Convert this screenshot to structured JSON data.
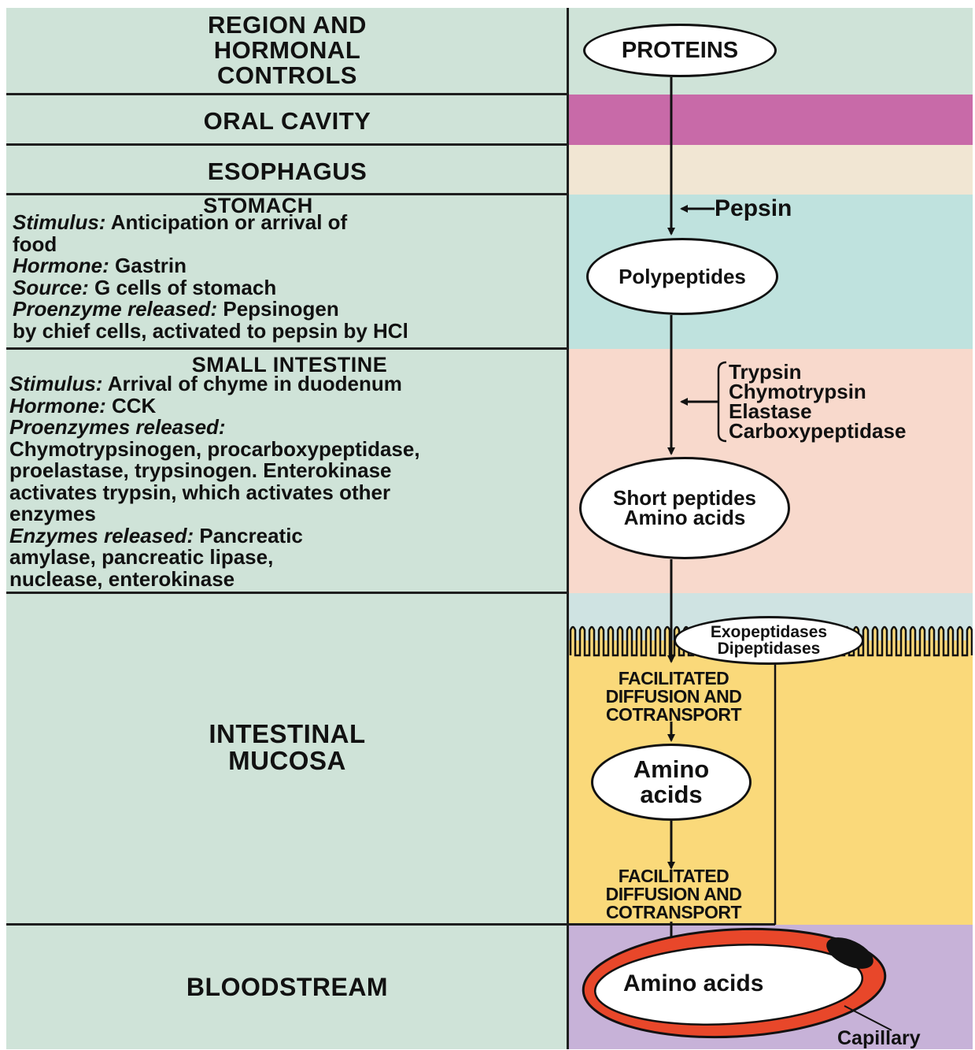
{
  "left_column": {
    "header": [
      "REGION AND",
      "HORMONAL",
      "CONTROLS"
    ],
    "oral_cavity": "ORAL CAVITY",
    "esophagus": "ESOPHAGUS",
    "stomach": {
      "title": "STOMACH",
      "stimulus_label": "Stimulus:",
      "stimulus": " Anticipation or arrival of",
      "stimulus_cont": "food",
      "hormone_label": "Hormone:",
      "hormone": " Gastrin",
      "source_label": "Source:",
      "source": " G cells of stomach",
      "proenzyme_label": "Proenzyme released:",
      "proenzyme": " Pepsinogen",
      "proenzyme_cont": "by chief cells, activated to pepsin by HCl"
    },
    "small_intestine": {
      "title": "SMALL INTESTINE",
      "stimulus_label": "Stimulus:",
      "stimulus": " Arrival of chyme in duodenum",
      "hormone_label": "Hormone:",
      "hormone": " CCK",
      "proenzymes_label": "Proenzymes released:",
      "proenzymes_1": "Chymotrypsinogen, procarboxypeptidase,",
      "proenzymes_2": "proelastase, trypsinogen. Enterokinase",
      "proenzymes_3": "activates trypsin, which activates other",
      "proenzymes_4": "enzymes",
      "enzymes_label": "Enzymes released:",
      "enzymes_1": " Pancreatic",
      "enzymes_2": "amylase, pancreatic lipase,",
      "enzymes_3": "nuclease, enterokinase"
    },
    "intestinal_mucosa": [
      "INTESTINAL",
      "MUCOSA"
    ],
    "bloodstream": "BLOODSTREAM"
  },
  "right_column": {
    "proteins": "PROTEINS",
    "pepsin": "Pepsin",
    "polypeptides": "Polypeptides",
    "pancreatic_enzymes": [
      "Trypsin",
      "Chymotrypsin",
      "Elastase",
      "Carboxypeptidase"
    ],
    "short_peptides": [
      "Short peptides",
      "Amino acids"
    ],
    "brush_border_enzymes": [
      "Exopeptidases",
      "Dipeptidases"
    ],
    "transport_1": [
      "FACILITATED",
      "DIFFUSION AND",
      "COTRANSPORT"
    ],
    "amino_acids_cell": [
      "Amino",
      "acids"
    ],
    "transport_2": [
      "FACILITATED",
      "DIFFUSION AND",
      "COTRANSPORT"
    ],
    "blood_amino_acids": "Amino acids",
    "capillary": "Capillary"
  },
  "colors": {
    "left_band": "#cfe3d8",
    "oral": "#c86aa8",
    "esophagus": "#f1e6d3",
    "stomach": "#bfe2de",
    "small_intestine": "#f8d9cc",
    "lumen_mucosa": "#cfe3e2",
    "cell": "#fad97a",
    "blood": "#c7b2d8",
    "capillary_wall": "#e8472a"
  }
}
